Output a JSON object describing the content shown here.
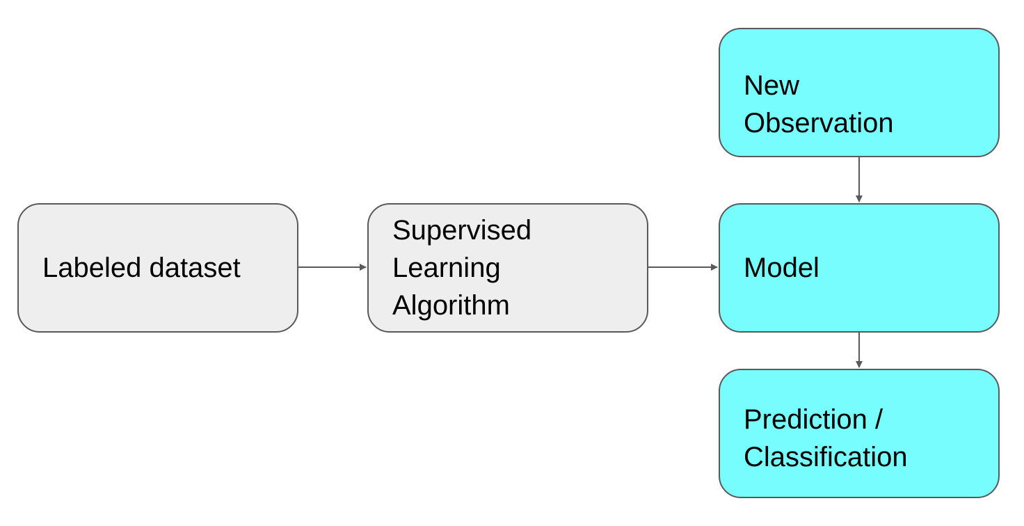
{
  "diagram": {
    "nodes": {
      "labeled_dataset": {
        "lines": [
          "Labeled dataset"
        ]
      },
      "algorithm": {
        "lines": [
          "Supervised",
          "Learning",
          "Algorithm"
        ]
      },
      "model": {
        "lines": [
          "Model"
        ]
      },
      "new_observation": {
        "lines": [
          "New",
          "Observation"
        ]
      },
      "prediction": {
        "lines": [
          "Prediction /",
          "Classification"
        ]
      }
    },
    "edges": [
      {
        "from": "labeled_dataset",
        "to": "algorithm"
      },
      {
        "from": "algorithm",
        "to": "model"
      },
      {
        "from": "new_observation",
        "to": "model"
      },
      {
        "from": "model",
        "to": "prediction"
      }
    ],
    "colors": {
      "process_fill": "#eeeeee",
      "io_fill": "#77fdfe",
      "stroke": "#595959"
    }
  }
}
